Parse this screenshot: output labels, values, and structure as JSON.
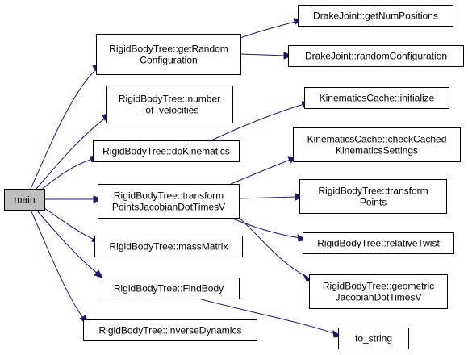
{
  "graph": {
    "colors": {
      "edge": "#191970",
      "root_fill": "#bfbfbf",
      "node_fill": "#ffffff",
      "node_border": "#000000"
    },
    "nodes": [
      {
        "id": "main",
        "lines": [
          "main"
        ],
        "root": true
      },
      {
        "id": "getRandomConfiguration",
        "lines": [
          "RigidBodyTree::getRandom",
          "Configuration"
        ]
      },
      {
        "id": "number_of_velocities",
        "lines": [
          "RigidBodyTree::number",
          "_of_velocities"
        ]
      },
      {
        "id": "doKinematics",
        "lines": [
          "RigidBodyTree::doKinematics"
        ]
      },
      {
        "id": "transformPointsJacobianDotTimesV",
        "lines": [
          "RigidBodyTree::transform",
          "PointsJacobianDotTimesV"
        ]
      },
      {
        "id": "massMatrix",
        "lines": [
          "RigidBodyTree::massMatrix"
        ]
      },
      {
        "id": "FindBody",
        "lines": [
          "RigidBodyTree::FindBody"
        ]
      },
      {
        "id": "inverseDynamics",
        "lines": [
          "RigidBodyTree::inverseDynamics"
        ]
      },
      {
        "id": "getNumPositions",
        "lines": [
          "DrakeJoint::getNumPositions"
        ]
      },
      {
        "id": "randomConfiguration",
        "lines": [
          "DrakeJoint::randomConfiguration"
        ]
      },
      {
        "id": "initialize",
        "lines": [
          "KinematicsCache::initialize"
        ]
      },
      {
        "id": "checkCachedKinematicsSettings",
        "lines": [
          "KinematicsCache::checkCached",
          "KinematicsSettings"
        ]
      },
      {
        "id": "transformPoints",
        "lines": [
          "RigidBodyTree::transform",
          "Points"
        ]
      },
      {
        "id": "relativeTwist",
        "lines": [
          "RigidBodyTree::relativeTwist"
        ]
      },
      {
        "id": "geometricJacobianDotTimesV",
        "lines": [
          "RigidBodyTree::geometric",
          "JacobianDotTimesV"
        ]
      },
      {
        "id": "to_string",
        "lines": [
          "to_string"
        ]
      }
    ],
    "edges": [
      {
        "from": "main",
        "to": "getRandomConfiguration"
      },
      {
        "from": "main",
        "to": "number_of_velocities"
      },
      {
        "from": "main",
        "to": "doKinematics"
      },
      {
        "from": "main",
        "to": "transformPointsJacobianDotTimesV"
      },
      {
        "from": "main",
        "to": "massMatrix"
      },
      {
        "from": "main",
        "to": "FindBody"
      },
      {
        "from": "main",
        "to": "inverseDynamics"
      },
      {
        "from": "getRandomConfiguration",
        "to": "getNumPositions"
      },
      {
        "from": "getRandomConfiguration",
        "to": "randomConfiguration"
      },
      {
        "from": "doKinematics",
        "to": "initialize"
      },
      {
        "from": "transformPointsJacobianDotTimesV",
        "to": "checkCachedKinematicsSettings"
      },
      {
        "from": "transformPointsJacobianDotTimesV",
        "to": "transformPoints"
      },
      {
        "from": "transformPointsJacobianDotTimesV",
        "to": "relativeTwist"
      },
      {
        "from": "transformPointsJacobianDotTimesV",
        "to": "geometricJacobianDotTimesV"
      },
      {
        "from": "FindBody",
        "to": "to_string"
      }
    ]
  }
}
